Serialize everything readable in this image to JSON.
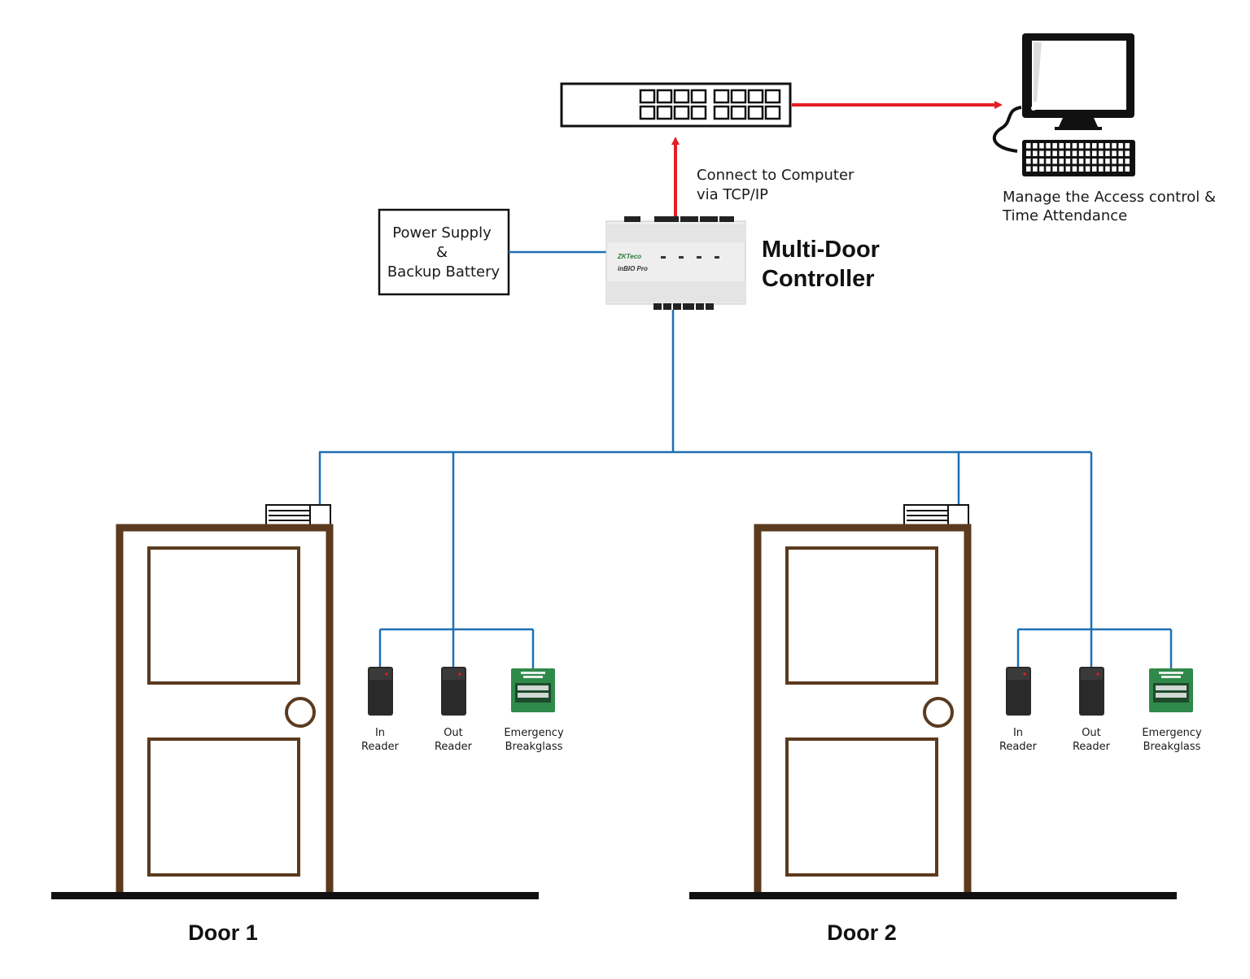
{
  "network_switch": {
    "name": "network switch"
  },
  "computer": {
    "caption_line1": "Manage the Access control &",
    "caption_line2": "Time Attendance"
  },
  "link_label": {
    "line1": "Connect to Computer",
    "line2": "via TCP/IP"
  },
  "power_supply": {
    "line1": "Power Supply",
    "line2": "&",
    "line3": "Backup Battery"
  },
  "controller": {
    "title_line1": "Multi-Door",
    "title_line2": "Controller",
    "brand": "ZKTeco",
    "model": "inBIO Pro"
  },
  "doors": [
    {
      "label": "Door 1",
      "devices": [
        {
          "line1": "In",
          "line2": "Reader"
        },
        {
          "line1": "Out",
          "line2": "Reader"
        },
        {
          "line1": "Emergency",
          "line2": "Breakglass"
        }
      ]
    },
    {
      "label": "Door 2",
      "devices": [
        {
          "line1": "In",
          "line2": "Reader"
        },
        {
          "line1": "Out",
          "line2": "Reader"
        },
        {
          "line1": "Emergency",
          "line2": "Breakglass"
        }
      ]
    }
  ],
  "colors": {
    "bus_line": "#1e6fb5",
    "tcp_arrow": "#e41e25",
    "door_frame": "#5b3a1e",
    "breakglass": "#2f8a4a",
    "reader": "#2a2a2a"
  }
}
